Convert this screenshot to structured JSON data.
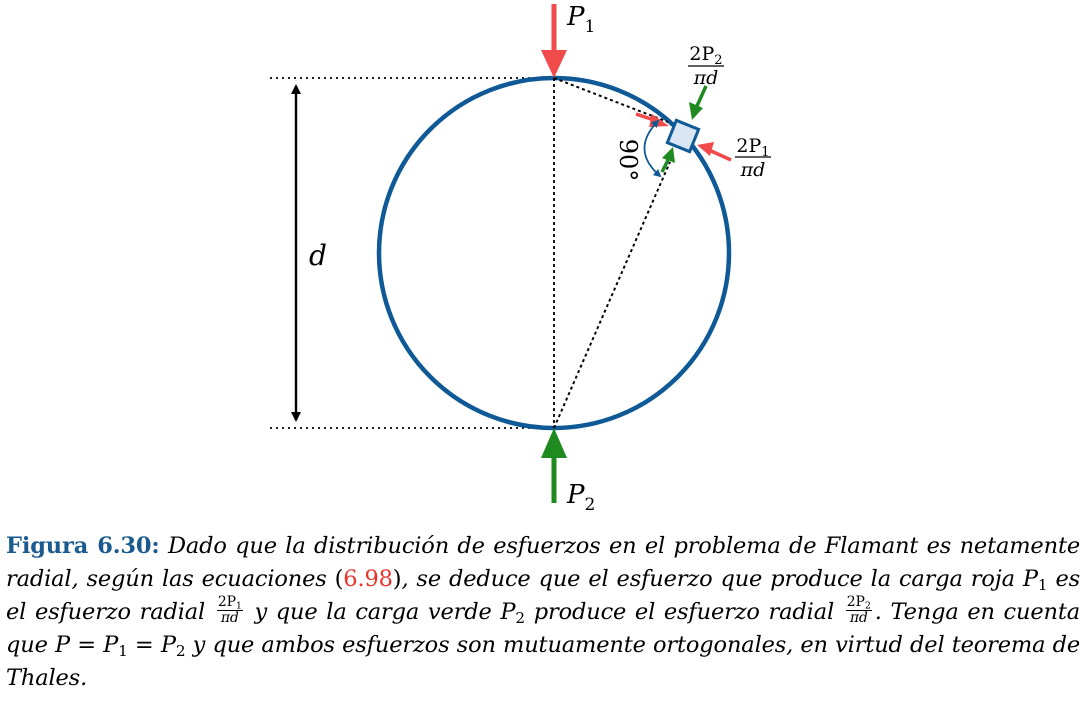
{
  "figure": {
    "load_top_label": "P",
    "load_top_sub": "1",
    "load_bottom_label": "P",
    "load_bottom_sub": "2",
    "diameter_label": "d",
    "angle_label": "90°",
    "stress_green": {
      "num": "2P",
      "num_sub": "2",
      "den": "πd"
    },
    "stress_red": {
      "num": "2P",
      "num_sub": "1",
      "den": "πd"
    },
    "colors": {
      "circle": "#0f5a96",
      "red": "#f04a4a",
      "green": "#1f8a1f",
      "element_fill": "#dbe6f4"
    }
  },
  "caption": {
    "label": "Figura 6.30:",
    "t1": " Dado que la distribución de esfuerzos en el problema de Flamant es netamente radial, según las ecuaciones ",
    "eq_open": "(",
    "eq_ref": "6.98",
    "eq_close": ")",
    "t2": ", se deduce que el esfuerzo que produce la carga roja ",
    "p1": "P",
    "p1_sub": "1",
    "t3": " es el esfuerzo radial ",
    "frac1_num": "2P",
    "frac1_num_sub": "1",
    "frac1_den": "πd",
    "t4": " y que la carga verde ",
    "p2": "P",
    "p2_sub": "2",
    "t5": " produce el esfuerzo radial ",
    "frac2_num": "2P",
    "frac2_num_sub": "2",
    "frac2_den": "πd",
    "t6": ". Tenga en cuenta que ",
    "eq_p": "P",
    "eq_eq1": " = ",
    "eq_p1": "P",
    "eq_p1_sub": "1",
    "eq_eq2": " = ",
    "eq_p2": "P",
    "eq_p2_sub": "2",
    "t7": " y que ambos esfuerzos son mutuamente ortogonales, en virtud del teorema de Thales."
  }
}
